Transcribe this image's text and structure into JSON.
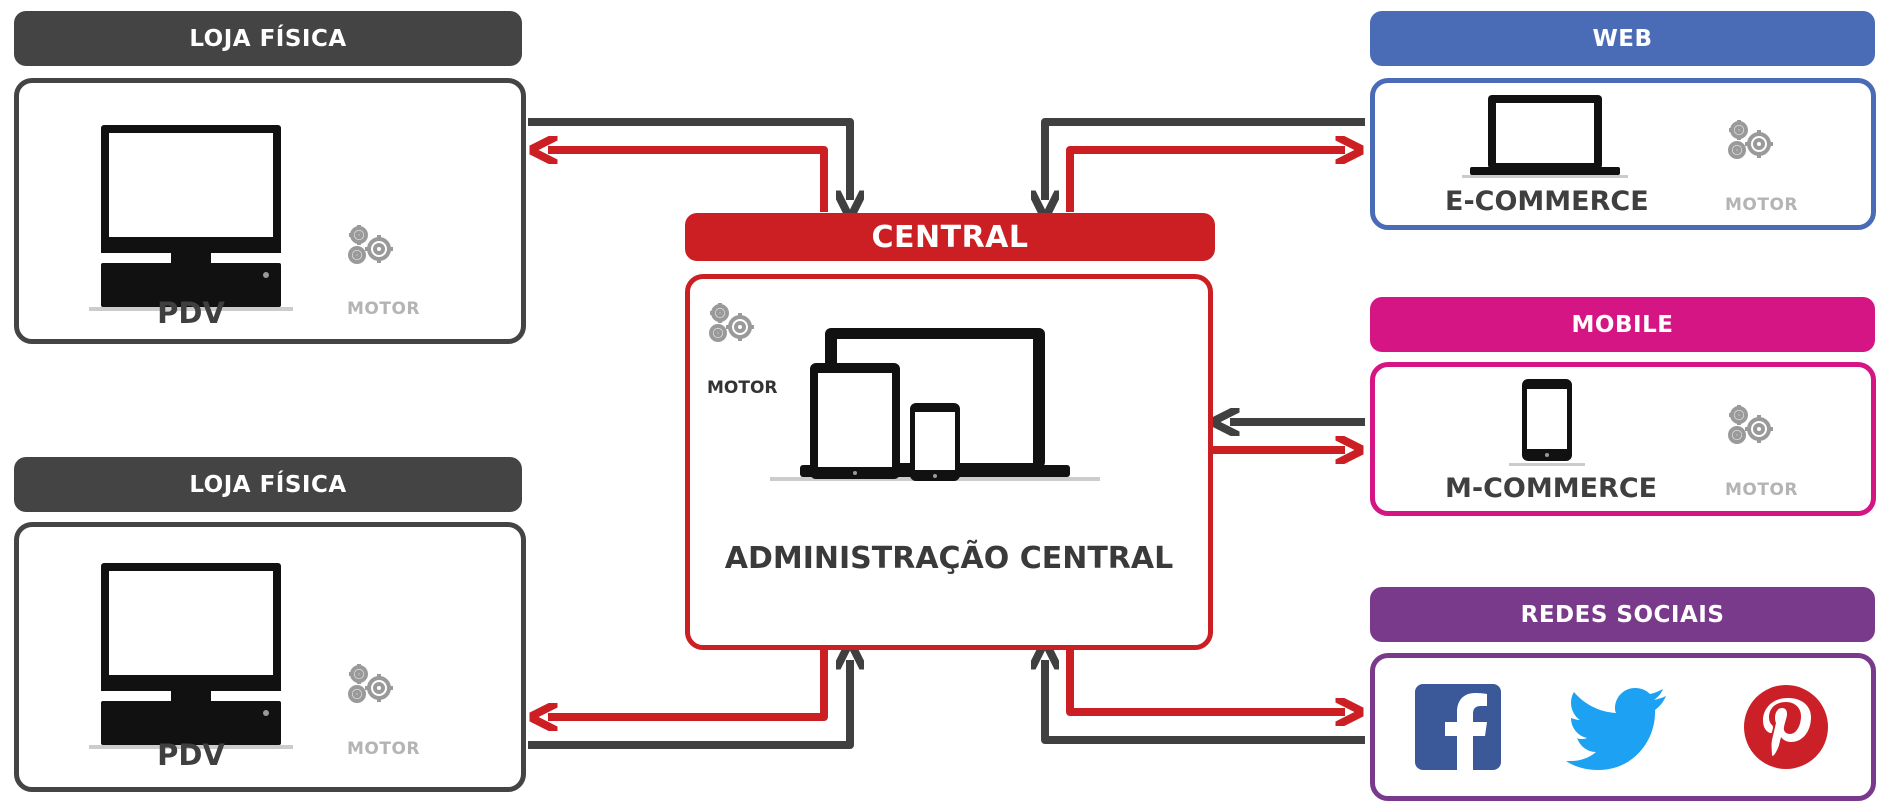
{
  "left_stores": [
    {
      "header": "LOJA FÍSICA",
      "device_label": "PDV",
      "engine_label": "MOTOR"
    },
    {
      "header": "LOJA FÍSICA",
      "device_label": "PDV",
      "engine_label": "MOTOR"
    }
  ],
  "central": {
    "header": "CENTRAL",
    "engine_label": "MOTOR",
    "title": "ADMINISTRAÇÃO CENTRAL"
  },
  "web": {
    "header": "WEB",
    "device_label": "E-COMMERCE",
    "engine_label": "MOTOR"
  },
  "mobile": {
    "header": "MOBILE",
    "device_label": "M-COMMERCE",
    "engine_label": "MOTOR"
  },
  "social": {
    "header": "REDES SOCIAIS",
    "networks": [
      "facebook",
      "twitter",
      "pinterest"
    ]
  },
  "colors": {
    "store": "#444444",
    "central": "#cc1f24",
    "web": "#4a6bb6",
    "mobile": "#d51583",
    "social": "#7a3a8c",
    "arrow_dark": "#404040",
    "arrow_red": "#cc1f24"
  }
}
